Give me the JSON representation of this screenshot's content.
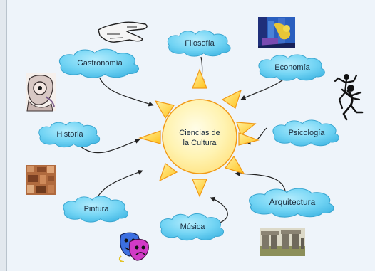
{
  "diagram": {
    "center": {
      "line1": "Ciencias de",
      "line2": "la Cultura"
    },
    "nodes": [
      {
        "id": "gastronomia",
        "label": "Gastronomía",
        "icon": "hand-icon"
      },
      {
        "id": "filosofia",
        "label": "Filosofía",
        "icon": "abstract-painting-icon"
      },
      {
        "id": "economia",
        "label": "Economía",
        "icon": "running-figure-icon"
      },
      {
        "id": "historia",
        "label": "Historia",
        "icon": "cyclops-sketch-icon"
      },
      {
        "id": "psicologia",
        "label": "Psicología",
        "icon": "dancing-figure-icon"
      },
      {
        "id": "pintura",
        "label": "Pintura",
        "icon": "mosaic-icon"
      },
      {
        "id": "musica",
        "label": "Música",
        "icon": "theater-masks-icon"
      },
      {
        "id": "arquitectura",
        "label": "Arquitectura",
        "icon": "stonehenge-icon"
      }
    ],
    "colors": {
      "background": "#eef4fa",
      "cloud": "#72d4f4",
      "cloud_edge": "#3ea9d4",
      "sun_core": "#fff2a8",
      "sun_ray": "#ffcf2a",
      "sun_edge": "#f19a17"
    }
  }
}
